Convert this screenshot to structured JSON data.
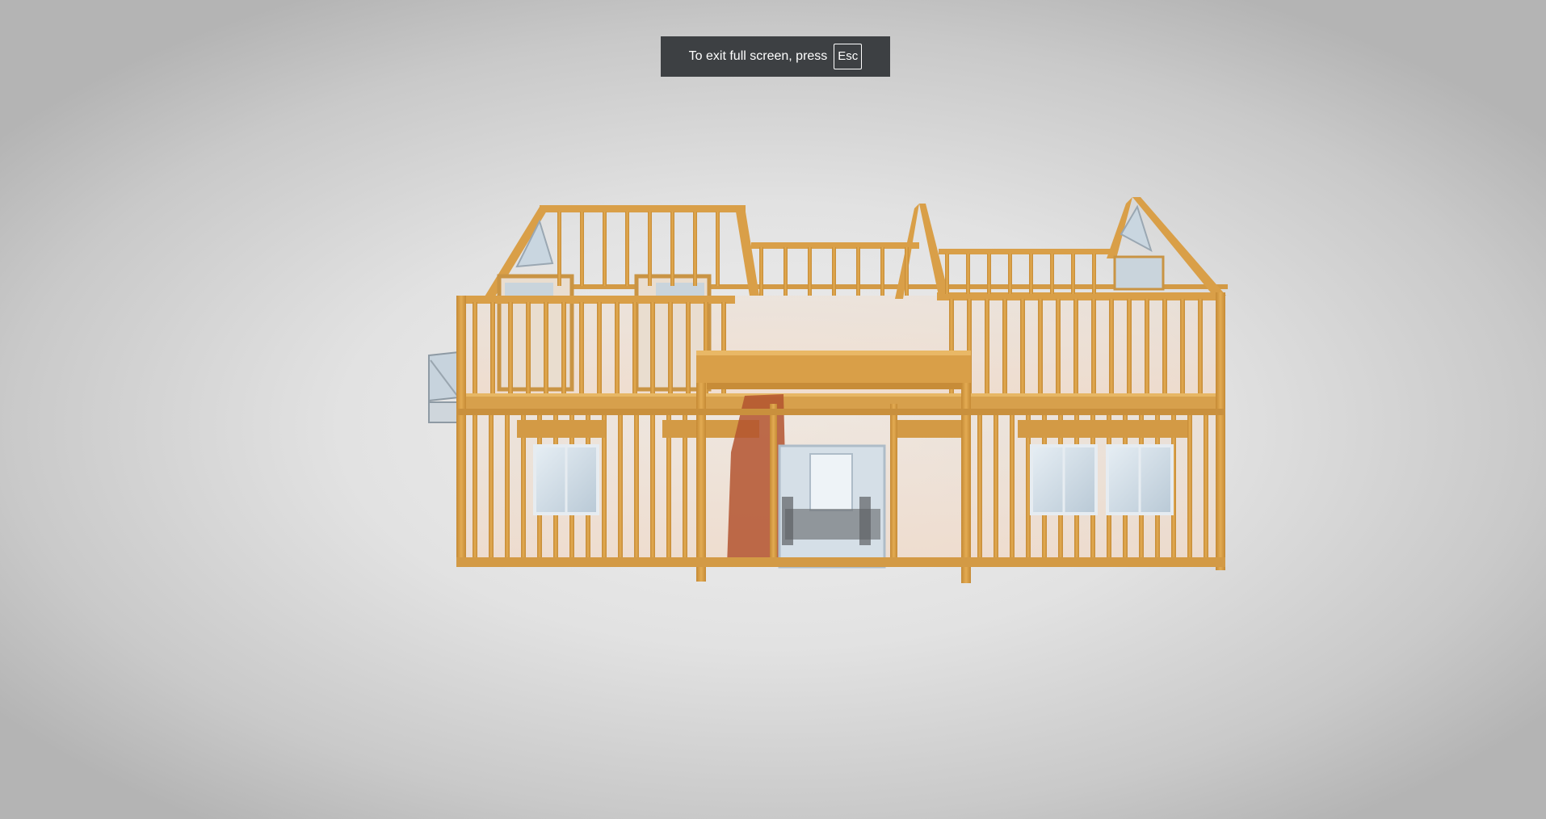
{
  "fullscreen_notice": {
    "message": "To exit full screen, press",
    "key": "Esc"
  },
  "viewer": {
    "subject": "3d-house-wall-framing-model",
    "icon": "house-frame-icon"
  },
  "colors": {
    "background_center": "#efefef",
    "background_edge": "#b4b4b4",
    "banner_bg": "#3d4043",
    "lumber": "#d9a046",
    "lumber_dark": "#b9822e",
    "glass": "#cfdce6",
    "brick": "#b3532f"
  }
}
